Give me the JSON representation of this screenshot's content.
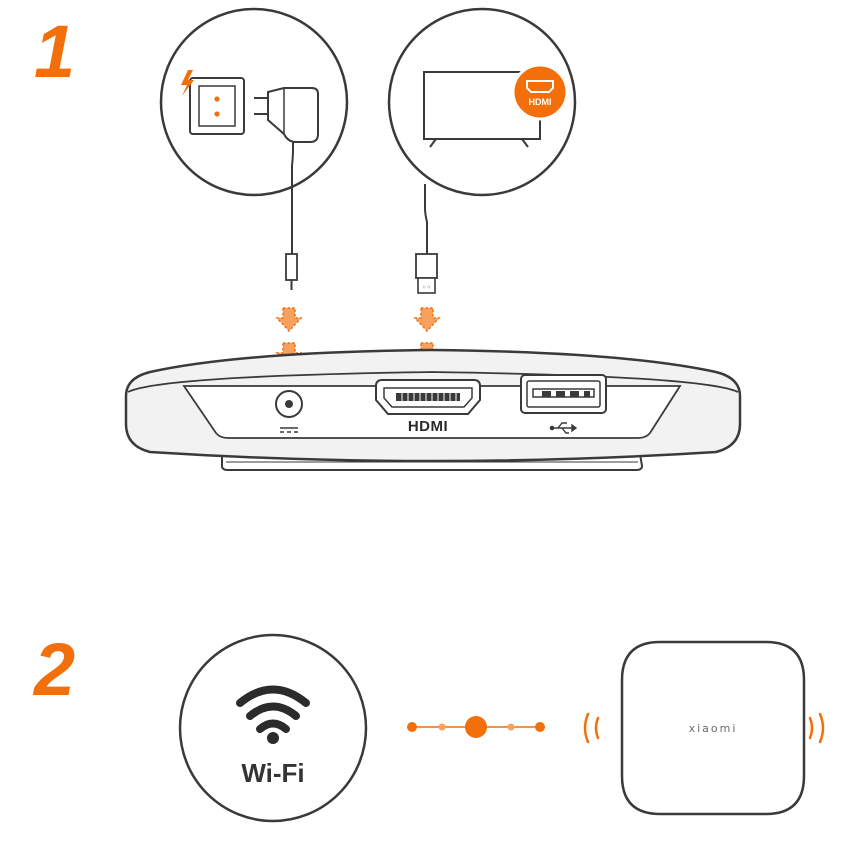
{
  "steps": [
    {
      "number": "1"
    },
    {
      "number": "2"
    }
  ],
  "device_ports": {
    "hdmi_label": "HDMI"
  },
  "tv_badge": {
    "label": "HDMI"
  },
  "wifi": {
    "label": "Wi-Fi"
  },
  "speaker": {
    "brand": "xiaomi"
  },
  "colors": {
    "accent": "#f26f0c",
    "accent_light": "#f7a15e",
    "line": "#3a3a3a",
    "device_fill": "#f2f2f2"
  }
}
